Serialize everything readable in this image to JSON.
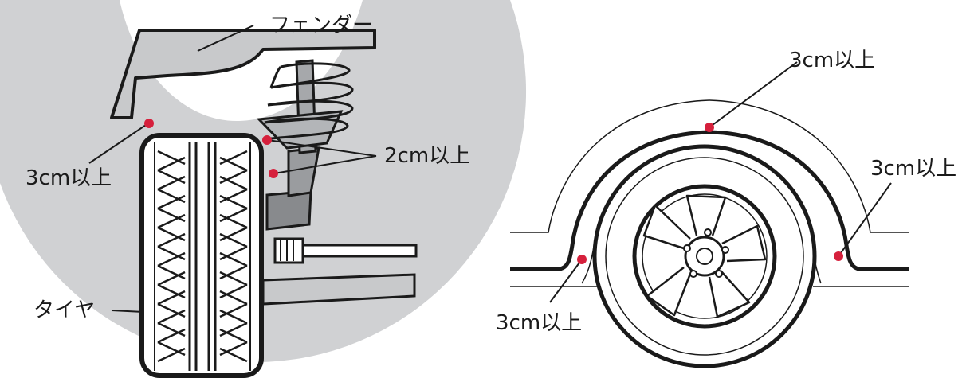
{
  "labels": {
    "fender": "フェンダー",
    "fender_gap": "3cm以上",
    "spring_gap": "2cm以上",
    "tire": "タイヤ",
    "arch_top_gap": "3cm以上",
    "arch_right_gap": "3cm以上",
    "arch_left_gap": "3cm以上"
  },
  "colors": {
    "marker": "#d6203c",
    "background_ring": "#d0d1d3",
    "line": "#1a1a1a"
  }
}
